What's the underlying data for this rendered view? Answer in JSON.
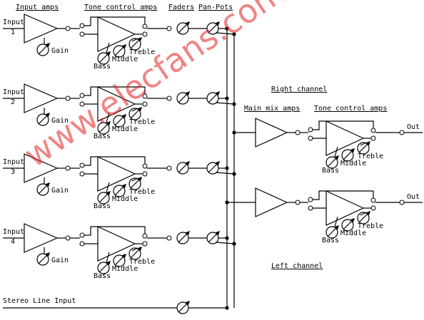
{
  "headers": {
    "input_amps": "Input amps",
    "tone_control_amps": "Tone control amps",
    "faders": "Faders",
    "pan_pots": "Pan-Pots",
    "right_channel": "Right channel",
    "main_mix_amps": "Main mix amps",
    "tone_control_amps_right": "Tone control amps",
    "left_channel": "Left channel"
  },
  "inputs": [
    {
      "label": "Input",
      "num": "1"
    },
    {
      "label": "Input",
      "num": "2"
    },
    {
      "label": "Input",
      "num": "3"
    },
    {
      "label": "Input",
      "num": "4"
    }
  ],
  "labels": {
    "gain": "Gain",
    "treble": "Treble",
    "middle": "Middle",
    "bass": "Bass",
    "out": "Out",
    "stereo_line_input": "Stereo Line Input"
  },
  "watermark": "www.elecfans.com"
}
